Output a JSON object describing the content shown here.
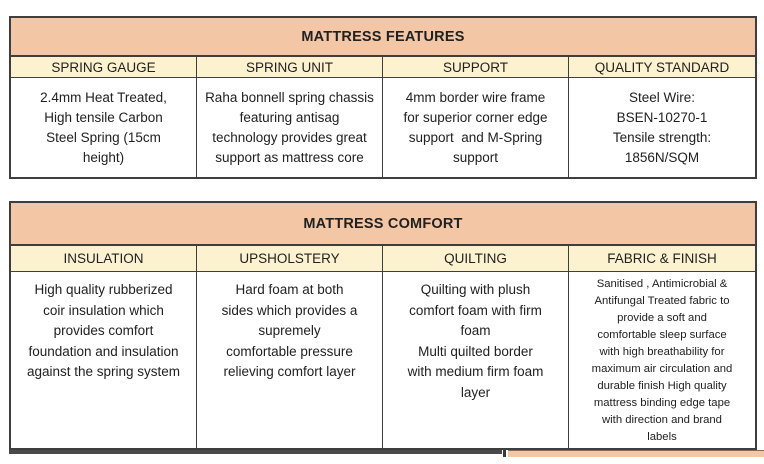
{
  "theme": {
    "page_bg": "#ffffff",
    "title_bg": "#f3c6a6",
    "header_bg": "#fdf2d0",
    "border_col": "#3e3e3e",
    "text_col": "#212121"
  },
  "tables": [
    {
      "title": "MATTRESS FEATURES",
      "columns": [
        "SPRING GAUGE",
        "SPRING UNIT",
        "SUPPORT",
        "QUALITY STANDARD"
      ],
      "cells": [
        "2.4mm Heat Treated,\nHigh tensile Carbon\nSteel Spring (15cm\nheight)",
        "Raha bonnell spring chassis\nfeaturing antisag\ntechnology provides great\nsupport as mattress core",
        "4mm border wire frame\nfor superior corner edge\nsupport  and M-Spring\nsupport",
        "Steel Wire:\nBSEN-10270-1\nTensile strength:\n1856N/SQM"
      ]
    },
    {
      "title": "MATTRESS COMFORT",
      "columns": [
        "INSULATION",
        "UPSHOLSTERY",
        "QUILTING",
        "FABRIC & FINISH"
      ],
      "cells": [
        "High quality rubberized\ncoir insulation which\nprovides comfort\nfoundation and insulation\nagainst the spring system",
        "Hard foam at both\nsides which provides a\nsupremely\ncomfortable pressure\nrelieving comfort layer",
        "Quilting with plush\ncomfort foam with firm\nfoam\nMulti quilted border\nwith medium firm foam\nlayer",
        "Sanitised , Antimicrobial &\nAntifungal Treated fabric to\nprovide a soft and\ncomfortable sleep surface\nwith high breathability for\nmaximum air circulation and\ndurable finish High quality\nmattress binding edge tape\nwith direction and brand\nlabels"
      ]
    }
  ]
}
